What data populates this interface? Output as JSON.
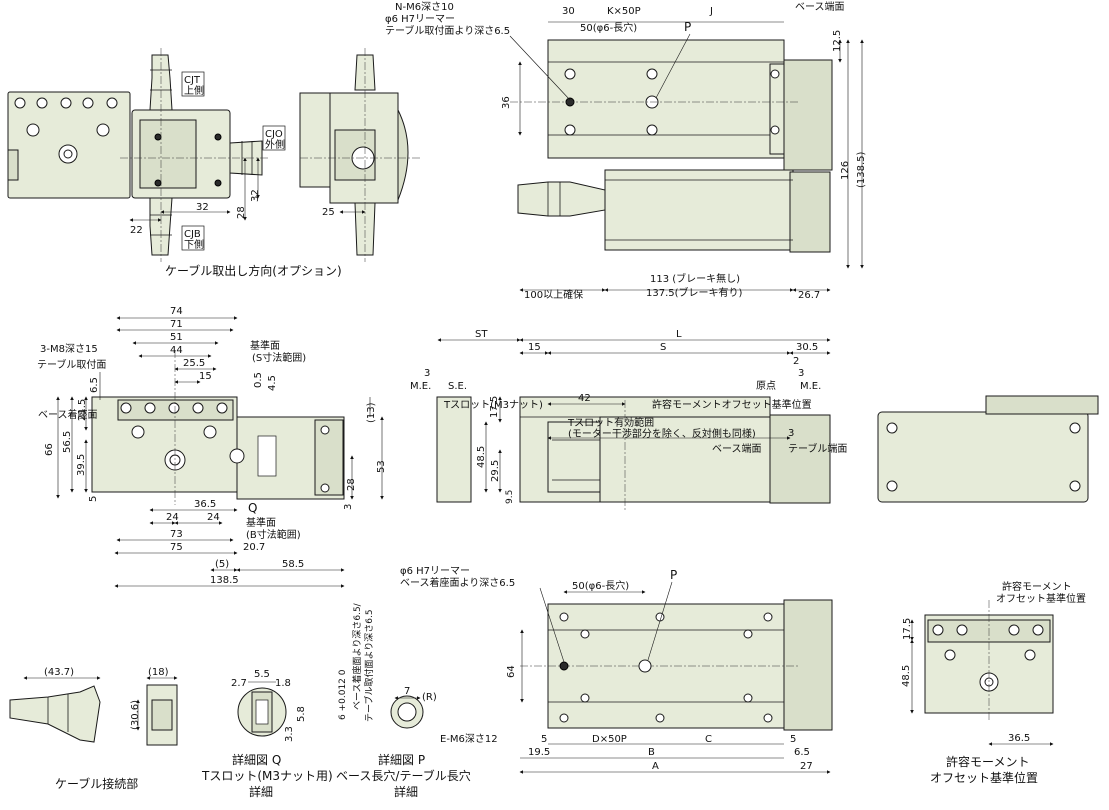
{
  "captions": {
    "cable_direction": "ケーブル取出し方向(オプション)",
    "cable_connection": "ケーブル接続部",
    "detail_q_1": "詳細図 Q",
    "detail_q_2": "Tスロット(M3ナット用)",
    "detail_q_3": "詳細",
    "detail_p_1": "詳細図 P",
    "detail_p_2": "ベース長穴/テーブル長穴",
    "detail_p_3": "詳細",
    "offset_1": "許容モーメント",
    "offset_2": "オフセット基準位置"
  },
  "cable_options": {
    "cjt": "CJT",
    "cjt_sub": "上側",
    "cjo": "CJO",
    "cjo_sub": "外側",
    "cjb": "CJB",
    "cjb_sub": "下側",
    "d22": "22",
    "d32a": "32",
    "d28": "28",
    "d32b": "32",
    "d25": "25"
  },
  "top_view": {
    "n_m6": "N-M6深さ10",
    "reamer_1": "φ6 H7リーマー",
    "reamer_2": "テーブル取付面より深さ6.5",
    "d30": "30",
    "k50p": "K×50P",
    "j": "J",
    "slot50": "50(φ6-長穴)",
    "p": "P",
    "base_end": "ベース端面",
    "d12_5": "12.5",
    "d36": "36",
    "d126": "126",
    "d138_5": "(138.5)",
    "d100": "100以上確保",
    "d113": "113 (ブレーキ無し)",
    "d137_5": "137.5(ブレーキ有り)",
    "d26_7": "26.7"
  },
  "end_view": {
    "d74": "74",
    "d71": "71",
    "d51": "51",
    "d44": "44",
    "d25_5": "25.5",
    "d15": "15",
    "m8": "3-M8深さ15",
    "table_mount": "テーブル取付面",
    "ref_s_1": "基準面",
    "ref_s_2": "(S寸法範囲)",
    "d6_5": "6.5",
    "d21_5": "21.5",
    "d56_5": "56.5",
    "d66": "66",
    "d39_5": "39.5",
    "d5": "5",
    "d0_5": "0.5",
    "d4_5": "4.5",
    "d13": "(13)",
    "d53": "53",
    "d28": "28",
    "d3": "3",
    "base_mount": "ベース着座面",
    "q": "Q",
    "ref_b_1": "基準面",
    "ref_b_2": "(B寸法範囲)",
    "d36_5": "36.5",
    "d24a": "24",
    "d24b": "24",
    "d73": "73",
    "d75": "75",
    "d20_7": "20.7",
    "d5p": "(5)",
    "d58_5": "58.5",
    "d138_5": "138.5"
  },
  "side_view": {
    "st": "ST",
    "l": "L",
    "d15": "15",
    "s": "S",
    "d30_5": "30.5",
    "d2": "2",
    "d3a": "3",
    "d3b": "3",
    "me_left": "M.E.",
    "se": "S.E.",
    "origin": "原点",
    "me_right": "M.E.",
    "d17_5": "17.5",
    "d48_5": "48.5",
    "d29_5": "29.5",
    "d9_5": "9.5",
    "d42": "42",
    "t_slot": "Tスロット(M3ナット)",
    "moment_offset": "許容モーメントオフセット基準位置",
    "t_slot_range_1": "Tスロット有効範囲",
    "t_slot_range_2": "(モーター干渉部分を除く、反対側も同様)",
    "d3c": "3",
    "base_end": "ベース端面",
    "table_end": "テーブル端面"
  },
  "bottom_view": {
    "reamer_1": "φ6 H7リーマー",
    "reamer_2": "ベース着座面より深さ6.5",
    "slot50": "50(φ6-長穴)",
    "p": "P",
    "d64": "64",
    "e_m6": "E-M6深さ12",
    "d5a": "5",
    "d50p": "D×50P",
    "d5b": "5",
    "d19_5": "19.5",
    "b": "B",
    "c": "C",
    "d6_5": "6.5",
    "a": "A",
    "d27": "27"
  },
  "connector": {
    "d43_7": "(43.7)",
    "d18": "(18)",
    "d30_6": "(30.6)"
  },
  "detail_q": {
    "d5_5": "5.5",
    "d2_7": "2.7",
    "d1_8": "1.8",
    "d5_8": "5.8",
    "d3_3": "3.3"
  },
  "detail_p": {
    "tol": "6 +0.012 0",
    "v1": "ベース着座面より深さ6.5/",
    "v2": "テーブル取付面より深さ6.5",
    "d7": "7",
    "r": "(R)"
  },
  "offset_view": {
    "d17_5": "17.5",
    "d48_5": "48.5",
    "d36_5": "36.5"
  }
}
